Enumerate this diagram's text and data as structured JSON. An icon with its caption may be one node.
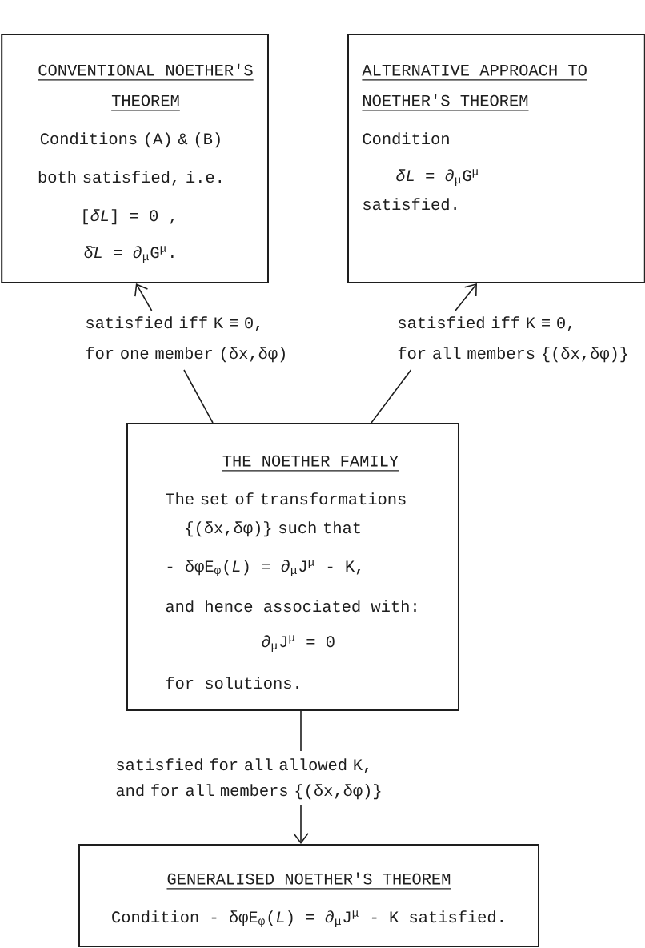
{
  "diagram": {
    "nodes": [
      {
        "text": [
          "CONVENTIONAL NOETHER'S THEOREM",
          "Conditions (A) & (B) both satisfied, i.e.",
          "[*δL*] = 0 ,",
          "δ̄*L* = ∂$_{μ}$G$^{μ}$."
        ]
      },
      {
        "text": [
          "ALTERNATIVE APPROACH TO NOETHER'S THEOREM",
          "Condition",
          "*δL* = ∂$_{μ}$G$^{μ}$",
          "satisfied."
        ]
      },
      {
        "text": [
          "THE NOETHER FAMILY",
          "The set of transformations {(δx,δφ)} such that",
          "- δφE$_{φ}$(*L*) = ∂$_{μ}$J$^{μ}$ - K,",
          "and hence associated with:",
          "∂$_{μ}$J$^{μ}$ = 0",
          "for solutions."
        ]
      },
      {
        "text": [
          "GENERALISED NOETHER'S THEOREM",
          "Condition - δφE$_{φ}$(*L*) = ∂$_{μ}$J$^{μ}$ - K satisfied."
        ]
      }
    ],
    "edges": [
      {
        "from": 2,
        "to": 0,
        "arrow": "to",
        "label": "satisfied iff K ≡ 0, for one member (δx,δφ)"
      },
      {
        "from": 2,
        "to": 1,
        "arrow": "to",
        "label": "satisfied iff K ≡ 0, for all members {(δx,δφ)}"
      },
      {
        "from": 2,
        "to": 3,
        "arrow": "to",
        "label": "satisfied for all allowed K, and for all members {(δx,δφ)}"
      }
    ]
  }
}
